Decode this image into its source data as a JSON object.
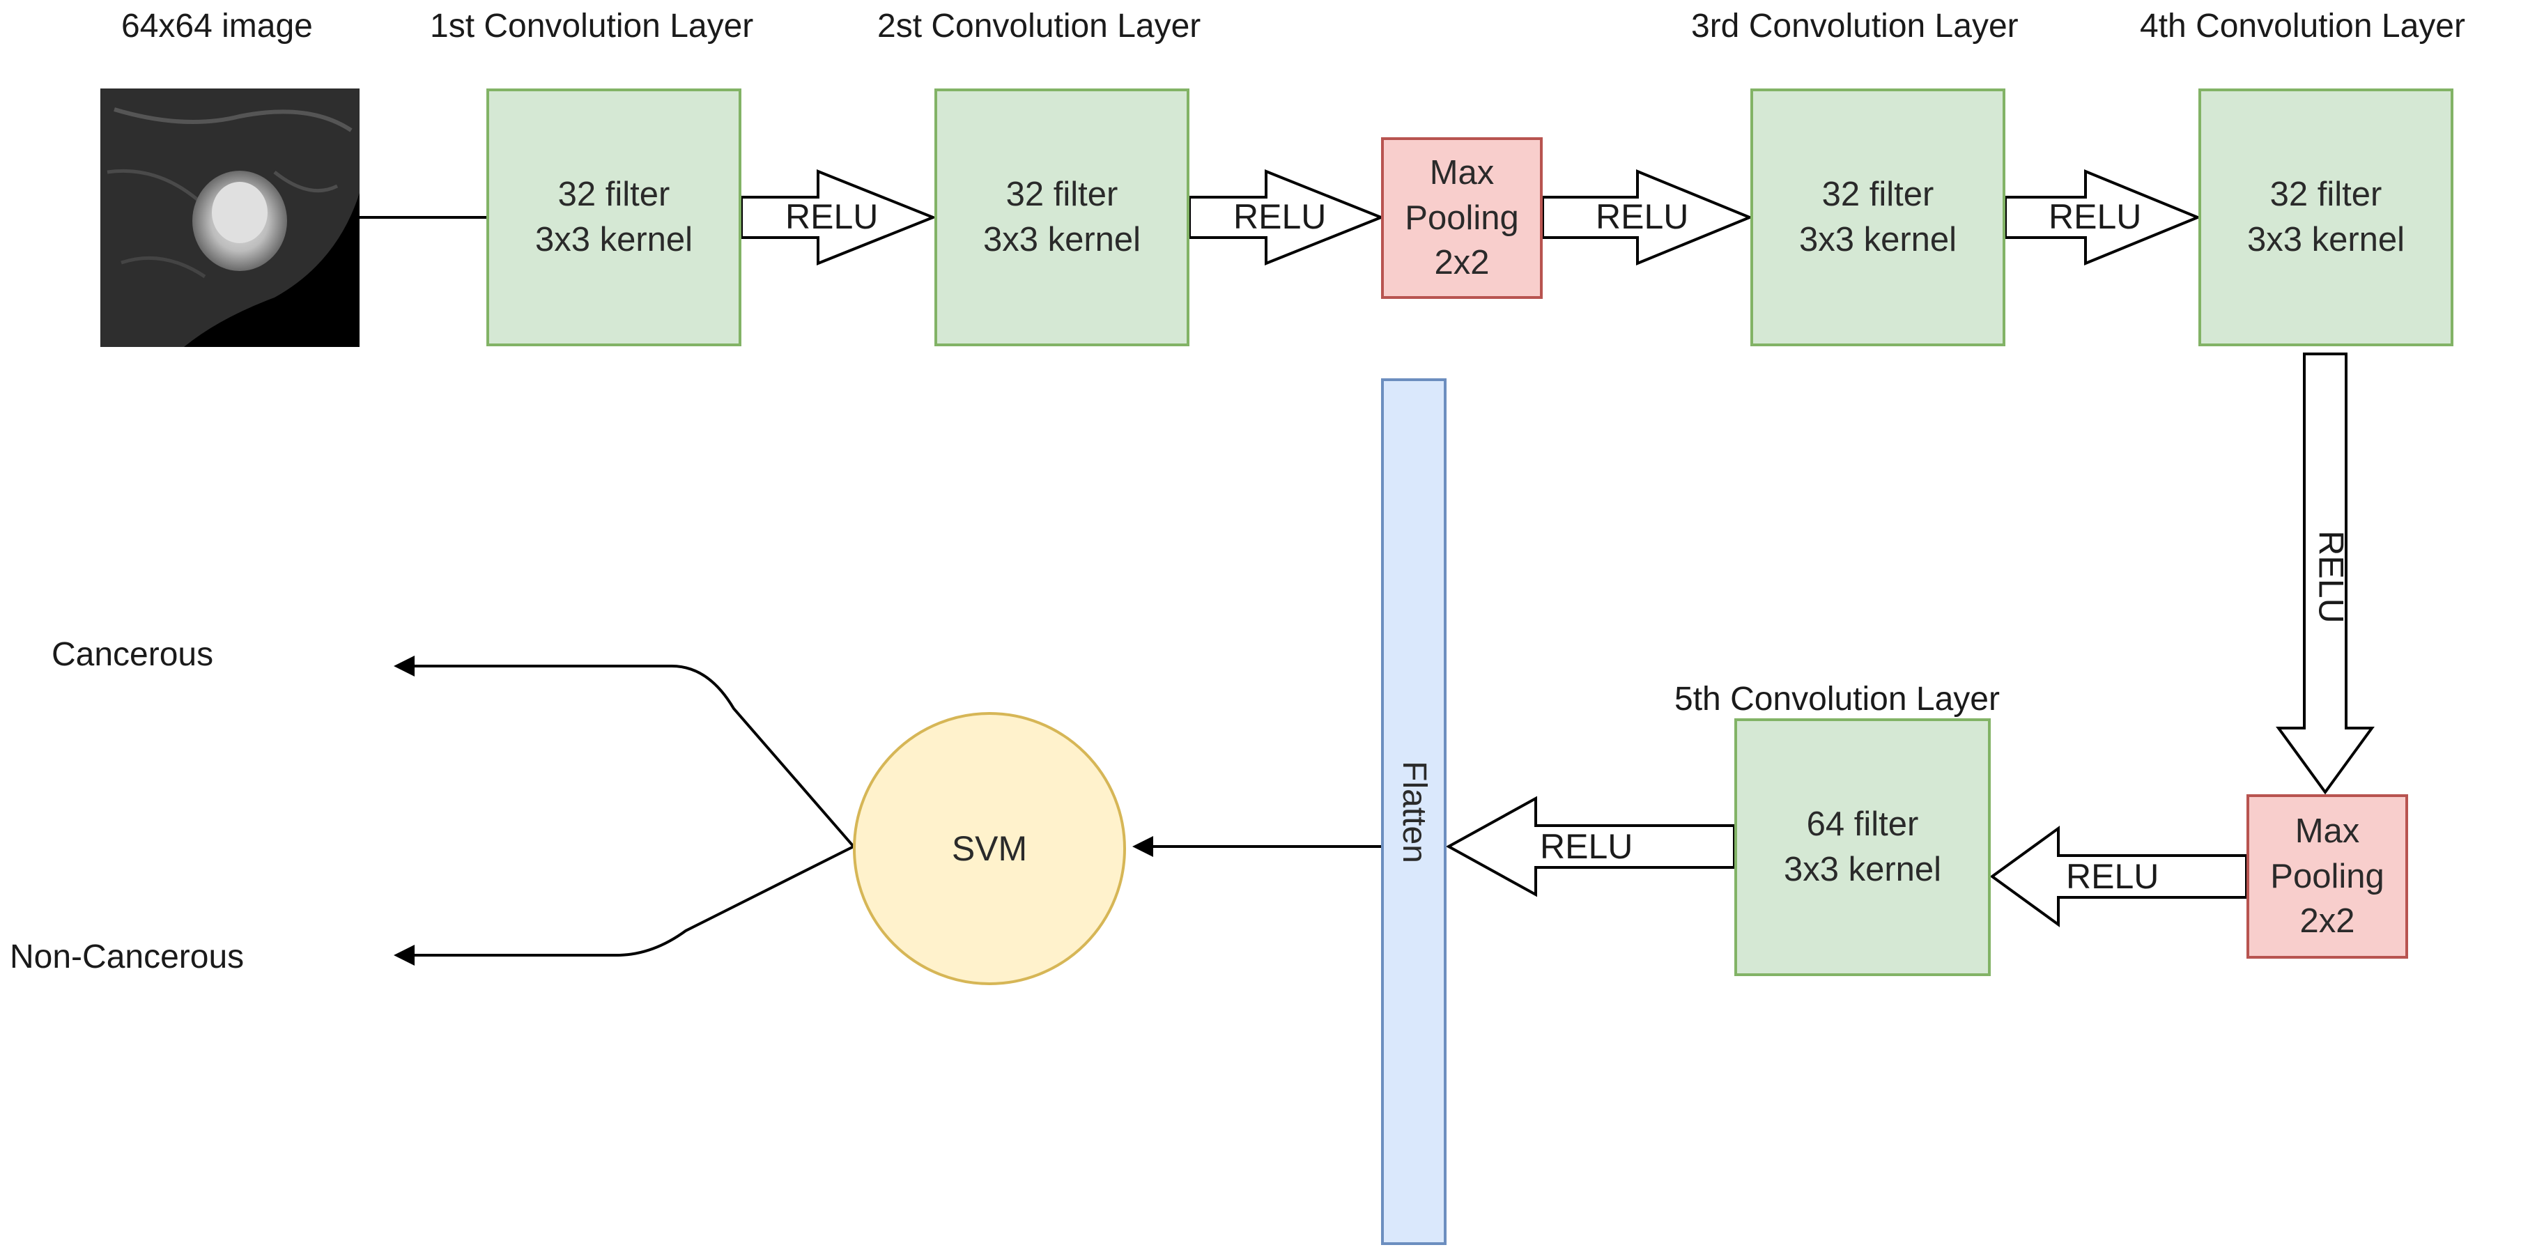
{
  "colors": {
    "conv_fill": "#d5e8d4",
    "conv_stroke": "#82b366",
    "pool_fill": "#f8cecc",
    "pool_stroke": "#b85450",
    "flatten_fill": "#dae8fc",
    "flatten_stroke": "#6c8ebf",
    "svm_fill": "#fff2cc",
    "svm_stroke": "#d6b656"
  },
  "input": {
    "label": "64x64 image"
  },
  "layers": {
    "conv1": {
      "title": "1st Convolution Layer",
      "line1": "32 filter",
      "line2": "3x3 kernel"
    },
    "conv2": {
      "title": "2st Convolution Layer",
      "line1": "32 filter",
      "line2": "3x3 kernel"
    },
    "pool1": {
      "line1": "Max",
      "line2": "Pooling",
      "line3": "2x2"
    },
    "conv3": {
      "title": "3rd Convolution Layer",
      "line1": "32 filter",
      "line2": "3x3 kernel"
    },
    "conv4": {
      "title": "4th Convolution Layer",
      "line1": "32 filter",
      "line2": "3x3 kernel"
    },
    "pool2": {
      "line1": "Max",
      "line2": "Pooling",
      "line3": "2x2"
    },
    "conv5": {
      "title": "5th Convolution Layer",
      "line1": "64 filter",
      "line2": "3x3 kernel"
    },
    "flatten": {
      "label": "Flatten"
    },
    "svm": {
      "label": "SVM"
    }
  },
  "activations": {
    "a1": "RELU",
    "a2": "RELU",
    "a3": "RELU",
    "a4": "RELU",
    "a5": "RELU",
    "a6": "RELU",
    "a7": "RELU"
  },
  "outputs": {
    "cancerous": "Cancerous",
    "non_cancerous": "Non-Cancerous"
  }
}
